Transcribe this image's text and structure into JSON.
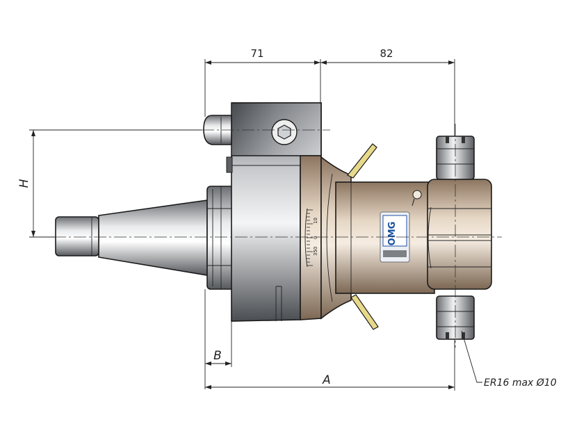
{
  "dimensions": {
    "top_left": "71",
    "top_right": "82",
    "height": "H",
    "offset": "B",
    "length": "A"
  },
  "callout": "ER16 max Ø10",
  "scale_ticks": [
    "10",
    "0",
    "350"
  ],
  "logo": {
    "letters": "OMG"
  },
  "colors": {
    "steel": "#b9bcc0",
    "bronze": "#c9b39a",
    "arm_yellow": "#e8d98a",
    "logo_blue": "#1b4fa0"
  }
}
